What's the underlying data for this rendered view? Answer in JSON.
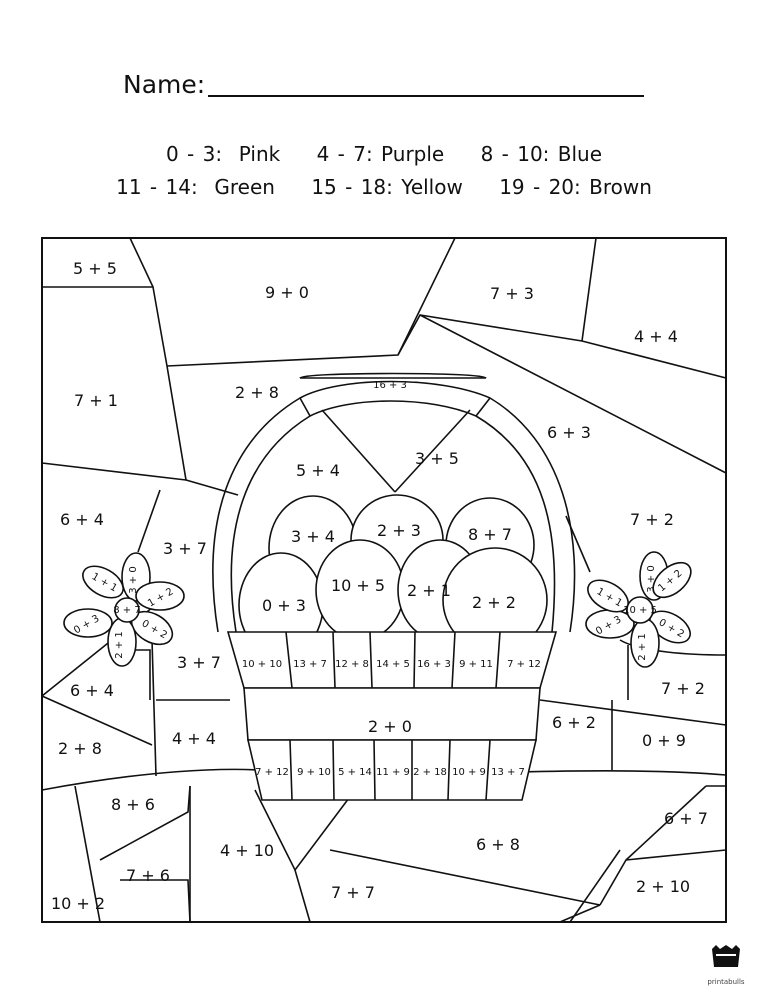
{
  "header": {
    "name_label": "Name:"
  },
  "color_key": {
    "row1": [
      "0 - 3:  Pink",
      "4 - 7: Purple",
      "8 - 10: Blue"
    ],
    "row2": [
      "11 - 14:  Green",
      "15 - 18: Yellow",
      "19 - 20: Brown"
    ]
  },
  "background_problems": {
    "p01": "5 + 5",
    "p02": "9 + 0",
    "p03": "7 + 3",
    "p04": "4 + 4",
    "p05": "7 + 1",
    "p06": "2 + 8",
    "p07": "6 + 3",
    "p08": "6 + 4",
    "p09": "3 + 7",
    "p10": "7 + 2",
    "p11": "3 + 7",
    "p12": "6 + 4",
    "p13": "7 + 2",
    "p14": "2 + 8",
    "p15": "4 + 4",
    "p16": "6 + 2",
    "p17": "0 + 9",
    "p18": "8 + 6",
    "p19": "6 + 7",
    "p20": "7 + 6",
    "p21": "4 + 10",
    "p22": "6 + 8",
    "p23": "10 + 2",
    "p24": "7 + 7",
    "p25": "2 + 10"
  },
  "basket": {
    "handle": "16 + 3",
    "inner_left": "5 + 4",
    "inner_right": "3 + 5",
    "eggs": [
      "3 + 4",
      "2 + 3",
      "8 + 7",
      "0 + 3",
      "10 + 5",
      "2 + 1",
      "2 + 2"
    ],
    "band1": [
      "10 + 10",
      "13 + 7",
      "12 + 8",
      "14 + 5",
      "16 + 3",
      "9 + 11",
      "7 + 12"
    ],
    "band_middle": "2 + 0",
    "band2": [
      "7 + 12",
      "9 + 10",
      "5 + 14",
      "11 + 9",
      "2 + 18",
      "10 + 9",
      "13 + 7"
    ]
  },
  "flower_left": {
    "center": "8 + 7",
    "petals": [
      "3 + 0",
      "1 + 2",
      "0 + 2",
      "2 + 1",
      "0 + 3",
      "1 + 1"
    ]
  },
  "flower_right": {
    "center": "10 + 5",
    "petals": [
      "3 + 0",
      "1 + 2",
      "0 + 2",
      "2 + 1",
      "0 + 3",
      "1 + 1"
    ]
  },
  "footer": {
    "brand": "printabulls"
  }
}
